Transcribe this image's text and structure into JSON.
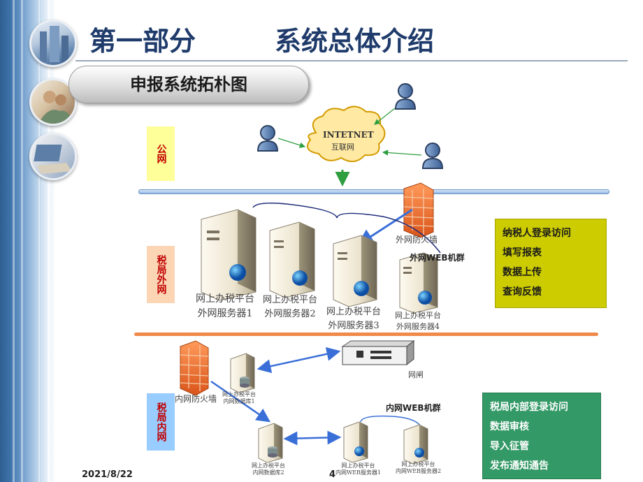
{
  "header": {
    "part": "第一部分",
    "section": "系统总体介绍",
    "subtitle": "申报系统拓朴图"
  },
  "zones": {
    "public": "公网",
    "tax_external": "税局外网",
    "tax_internal": "税局内网"
  },
  "internet": {
    "line1": "INTETNET",
    "line2": "互联网"
  },
  "external": {
    "firewall_label": "外网防火墙",
    "web_cluster_label": "外网WEB机群",
    "servers": [
      {
        "line1": "网上办税平台",
        "line2": "外网服务器1"
      },
      {
        "line1": "网上办税平台",
        "line2": "外网服务器2"
      },
      {
        "line1": "网上办税平台",
        "line2": "外网服务器3"
      },
      {
        "line1": "网上办税平台",
        "line2": "外网服务器4"
      }
    ]
  },
  "internal": {
    "firewall_label": "内网防火墙",
    "gateway_label": "网闸",
    "web_cluster_label": "内网WEB机群",
    "db_top": {
      "line1": "网上办税平台",
      "line2": "内网数据库1"
    },
    "db_bottom": {
      "line1": "网上办税平台",
      "line2": "内网数据库2"
    },
    "web1": {
      "line1": "网上办税平台",
      "line2": "内网WEB服务器1"
    },
    "web2": {
      "line1": "网上办税平台",
      "line2": "内网WEB服务器2"
    }
  },
  "external_functions": [
    "纳税人登录访问",
    "填写报表",
    "数据上传",
    "查询反馈"
  ],
  "internal_functions": [
    "税局内部登录访问",
    "数据审核",
    "导入征管",
    "发布通知通告"
  ],
  "footer": {
    "date": "2021/8/22",
    "page": "4"
  },
  "colors": {
    "title": "#1f3b6b",
    "zone_public_bg": "#ffff99",
    "zone_external_bg": "#fcd5b5",
    "zone_internal_bg": "#99ccff",
    "zone_text": "#c00000",
    "external_box_bg": "#cccc00",
    "internal_box_bg": "#339966",
    "public_band": "#8fb4e3",
    "external_band": "#f08a4b",
    "arrow": "#3a6fd8",
    "green_arrow": "#2e9e3e"
  }
}
